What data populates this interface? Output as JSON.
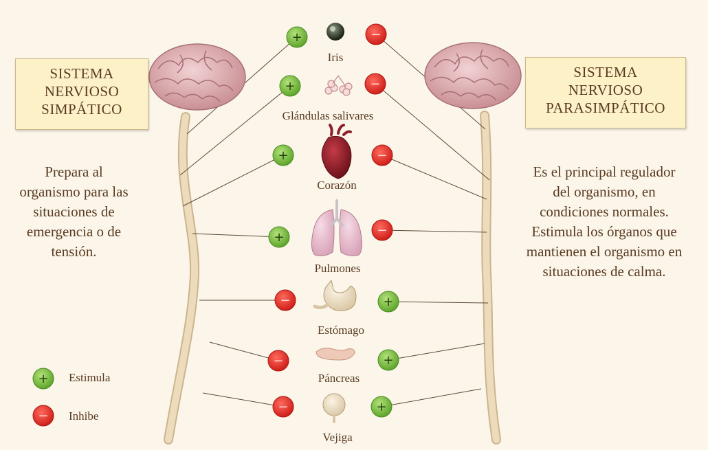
{
  "sympathetic": {
    "title_lines": [
      "SISTEMA",
      "NERVIOSO",
      "SIMPÁTICO"
    ],
    "description_lines": [
      "Prepara al",
      "organismo para las",
      "situaciones de",
      "emergencia o de",
      "tensión."
    ]
  },
  "parasympathetic": {
    "title_lines": [
      "SISTEMA",
      "NERVIOSO",
      "PARASIMPÁTICO"
    ],
    "description_lines": [
      "Es el principal regulador",
      "del organismo, en",
      "condiciones normales.",
      "Estimula los órganos que",
      "mantienen el organismo en",
      "situaciones de calma."
    ]
  },
  "organs": [
    {
      "name": "Iris",
      "icon": "eye-icon",
      "sympathetic": "+",
      "parasympathetic": "−"
    },
    {
      "name": "Glándulas salivares",
      "icon": "salivary-gland-icon",
      "sympathetic": "+",
      "parasympathetic": "−"
    },
    {
      "name": "Corazón",
      "icon": "heart-icon",
      "sympathetic": "+",
      "parasympathetic": "−"
    },
    {
      "name": "Pulmones",
      "icon": "lungs-icon",
      "sympathetic": "+",
      "parasympathetic": "−"
    },
    {
      "name": "Estómago",
      "icon": "stomach-icon",
      "sympathetic": "−",
      "parasympathetic": "+"
    },
    {
      "name": "Páncreas",
      "icon": "pancreas-icon",
      "sympathetic": "−",
      "parasympathetic": "+"
    },
    {
      "name": "Vejiga",
      "icon": "bladder-icon",
      "sympathetic": "−",
      "parasympathetic": "+"
    }
  ],
  "legend": {
    "stimulates": {
      "symbol": "+",
      "label": "Estimula"
    },
    "inhibits": {
      "symbol": "−",
      "label": "Inhibe"
    }
  },
  "colors": {
    "stimulate": "#7cc041",
    "inhibit": "#e8322e",
    "background": "#fbf6e9",
    "box": "#fdf1c7",
    "text": "#5a3a22",
    "nerve": "#ecdcbc"
  }
}
